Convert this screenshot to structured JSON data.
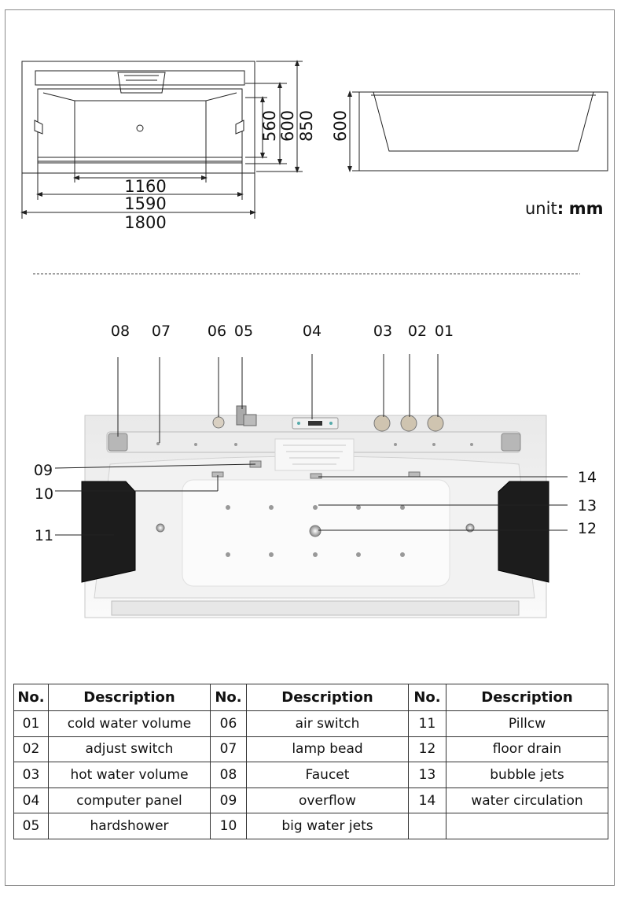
{
  "dimensions": {
    "top_view": {
      "d560": "560",
      "d600": "600",
      "d850": "850",
      "d1160": "1160",
      "d1590": "1590",
      "d1800": "1800"
    },
    "side_view": {
      "d600": "600"
    },
    "unit_label": "unit",
    "unit_sep": ":",
    "unit_value": "mm"
  },
  "callouts": {
    "c01": "01",
    "c02": "02",
    "c03": "03",
    "c04": "04",
    "c05": "05",
    "c06": "06",
    "c07": "07",
    "c08": "08",
    "c09": "09",
    "c10": "10",
    "c11": "11",
    "c12": "12",
    "c13": "13",
    "c14": "14"
  },
  "table": {
    "headers": [
      "No.",
      "Description",
      "No.",
      "Description",
      "No.",
      "Description"
    ],
    "rows": [
      [
        "01",
        "cold water volume",
        "06",
        "air switch",
        "11",
        "Pillcw"
      ],
      [
        "02",
        "adjust switch",
        "07",
        "lamp bead",
        "12",
        "floor drain"
      ],
      [
        "03",
        "hot water volume",
        "08",
        "Faucet",
        "13",
        "bubble jets"
      ],
      [
        "04",
        "computer panel",
        "09",
        "overflow",
        "14",
        "water circulation"
      ],
      [
        "05",
        "hardshower",
        "10",
        "big water jets",
        "",
        ""
      ]
    ]
  },
  "colors": {
    "line": "#222222",
    "tub_white": "#f4f4f4",
    "pillow": "#1a1a1a"
  }
}
